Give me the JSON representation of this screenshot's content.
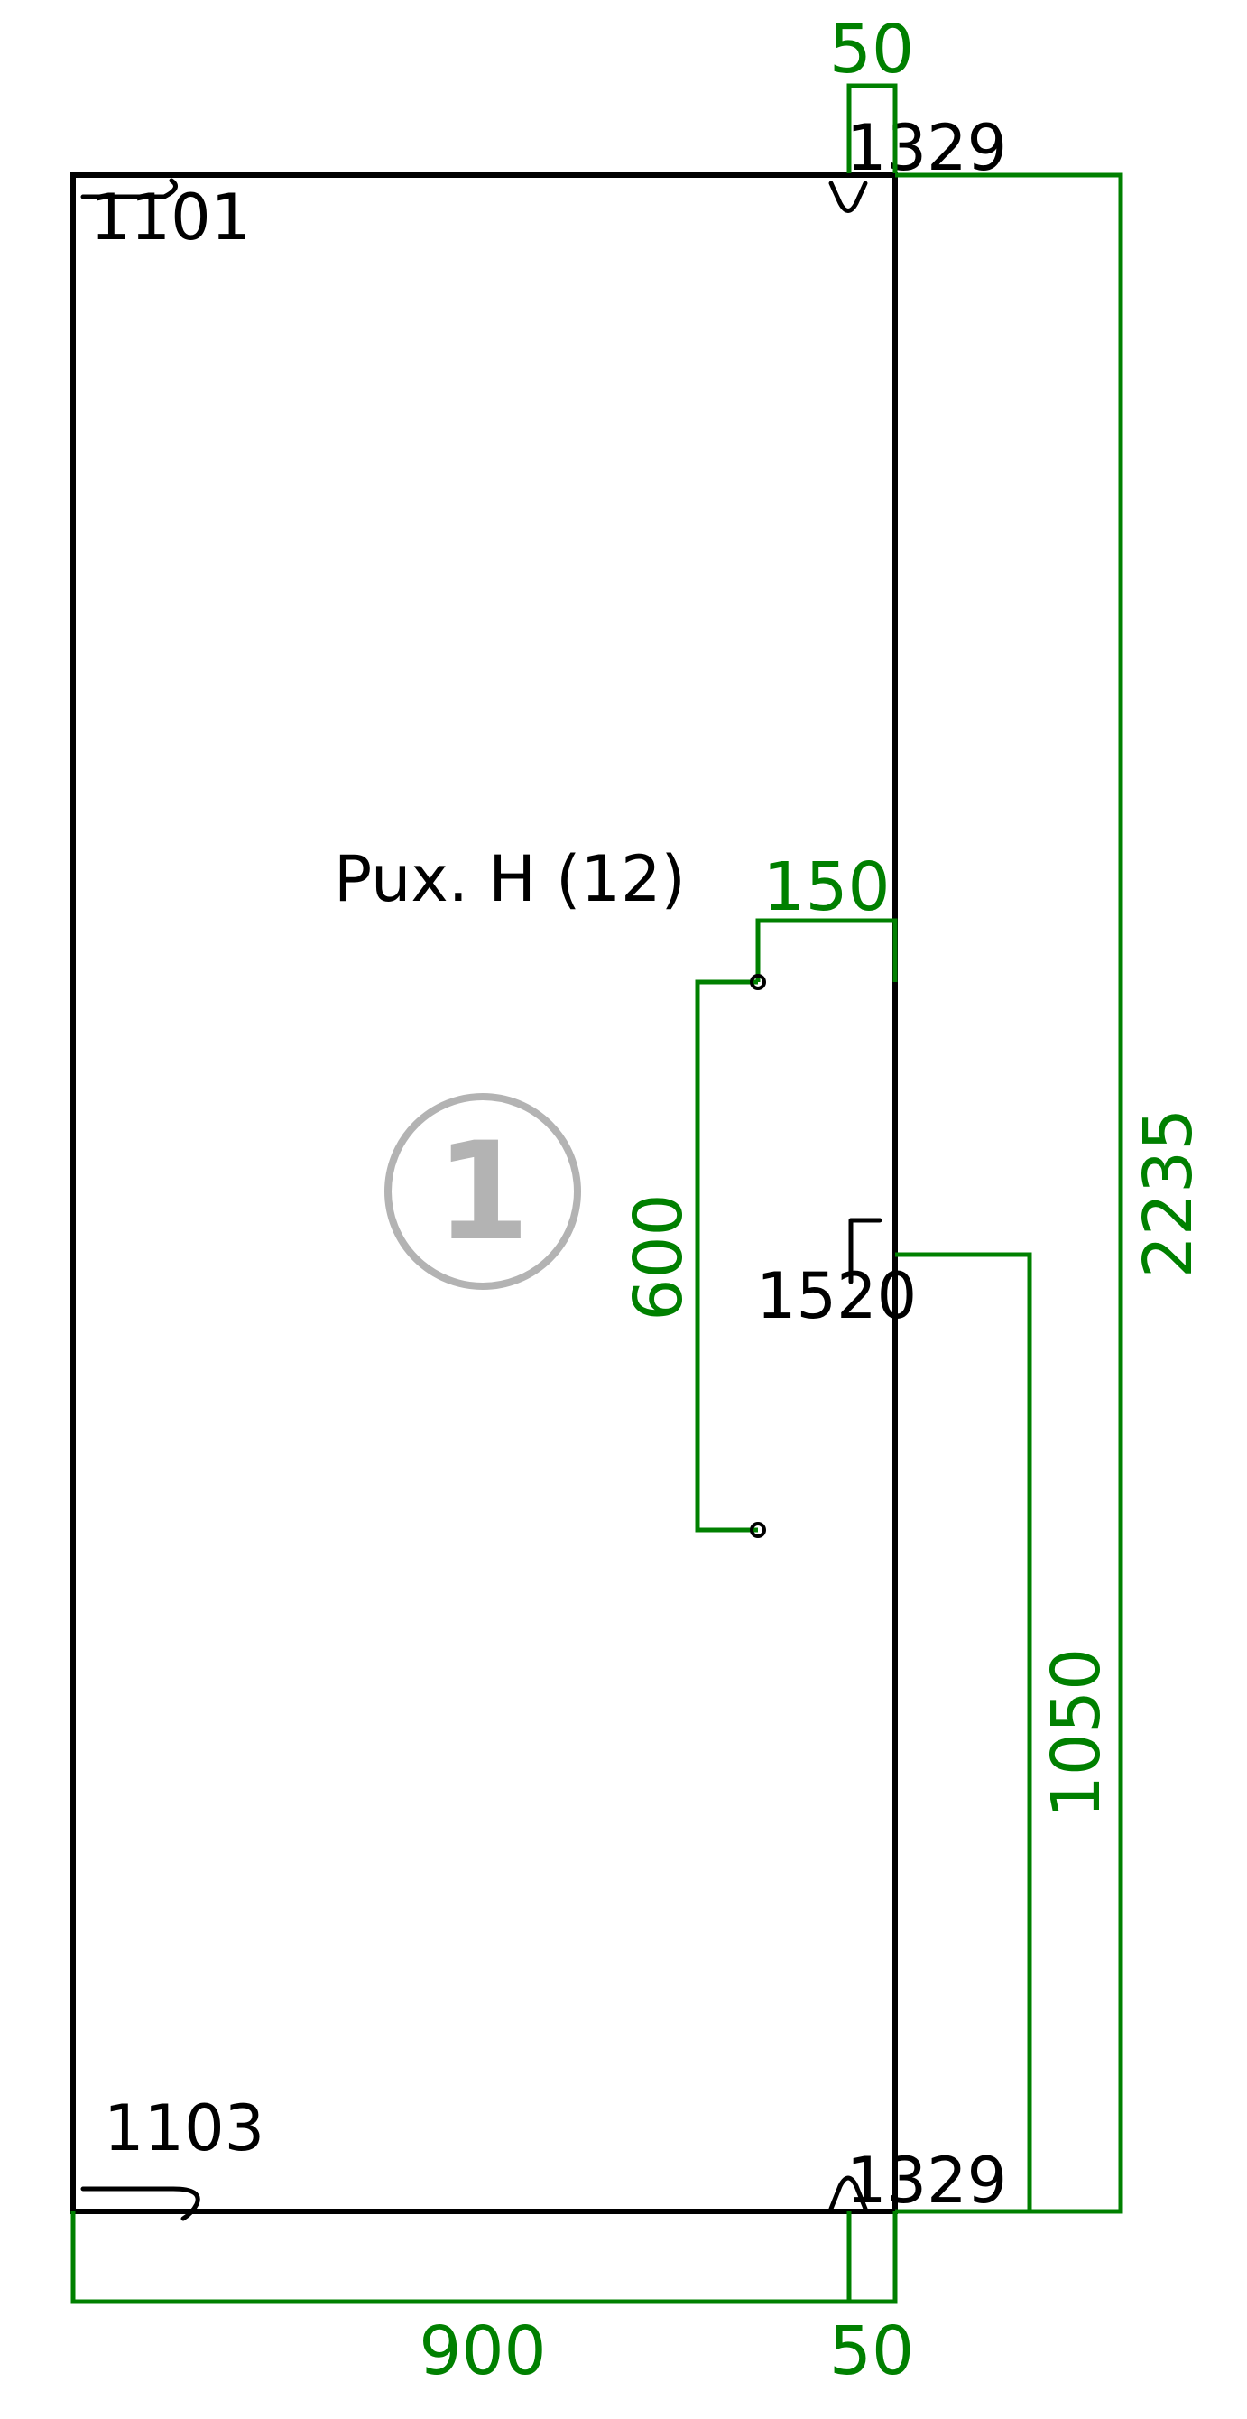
{
  "part": {
    "number": "1",
    "material_label": "Pux. H (12)"
  },
  "fittings": {
    "top_left": "1101",
    "top_right": "1329",
    "middle_right": "1520",
    "bottom_left": "1103",
    "bottom_right": "1329"
  },
  "dimensions": {
    "top_offset": "50",
    "edge_offset": "150",
    "hole_spacing": "600",
    "total_height": "2235",
    "handle_height": "1050",
    "width": "900",
    "bottom_offset": "50"
  },
  "colors": {
    "outline": "#000000",
    "dimension": "#008000",
    "badge": "#b3b3b3"
  }
}
